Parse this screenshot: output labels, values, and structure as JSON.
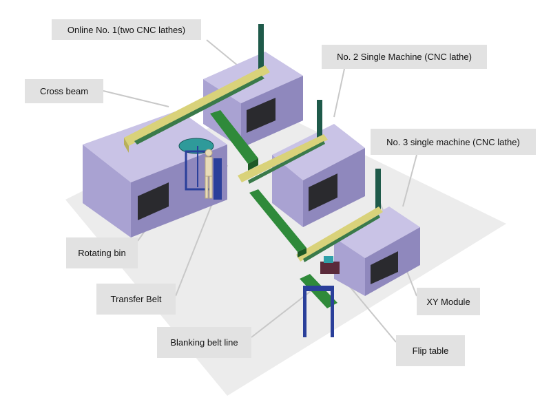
{
  "callouts": {
    "online_no1": "Online No. 1(two CNC lathes)",
    "no2_single": "No. 2 Single Machine (CNC lathe)",
    "cross_beam": "Cross beam",
    "no3_single": "No. 3 single machine (CNC lathe)",
    "rotating_bin": "Rotating bin",
    "transfer_belt": "Transfer Belt",
    "blanking_belt_line": "Blanking belt line",
    "xy_module": "XY Module",
    "flip_table": "Flip table"
  },
  "colors": {
    "floor": "#ececec",
    "machine_top": "#c9c3e6",
    "machine_left": "#a9a2d2",
    "machine_right": "#8f88bd",
    "window": "#2a2a2e",
    "gantry_beam": "#d9d27a",
    "belt_green": "#2f8a3a",
    "stand_blue": "#2a3f9a",
    "column_teal": "#1f5a4a",
    "label_bg": "#e2e2e2",
    "leader_line": "#c8c8c8"
  }
}
